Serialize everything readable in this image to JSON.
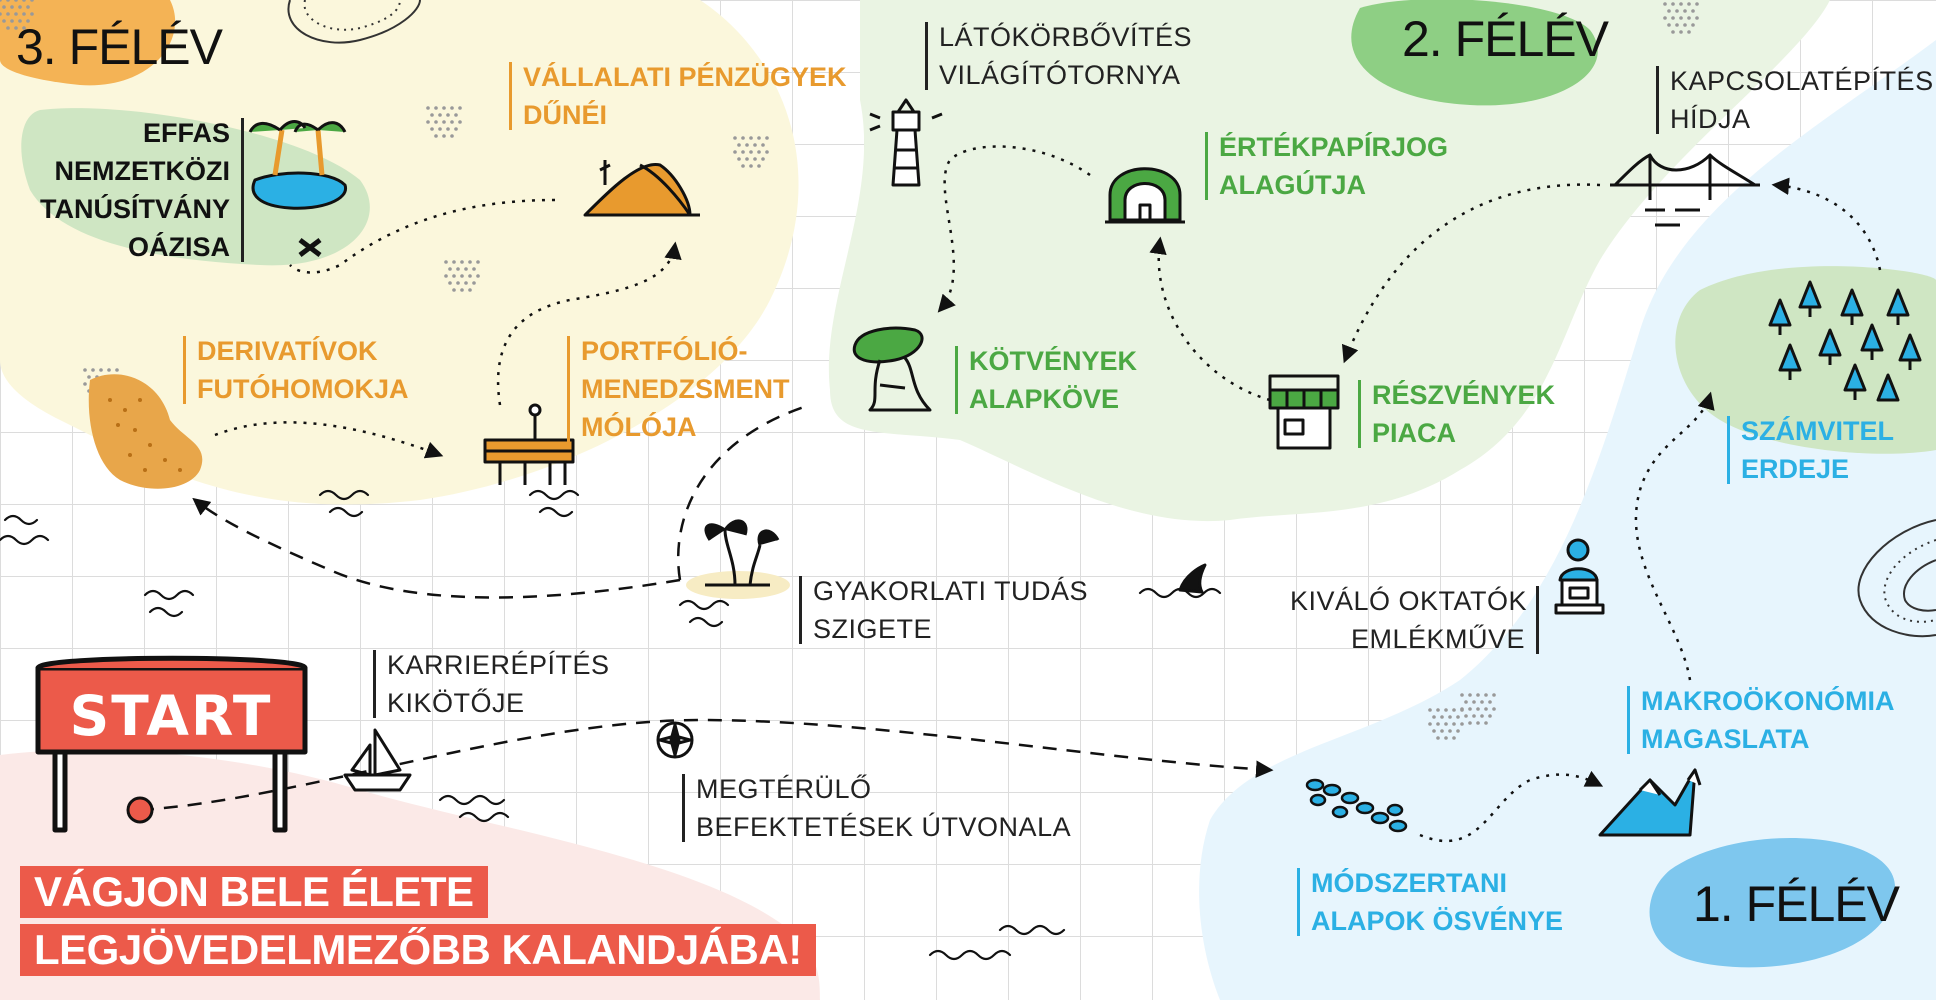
{
  "semesters": {
    "third": "3. FÉLÉV",
    "second": "2. FÉLÉV",
    "first": "1. FÉLÉV"
  },
  "start_sign": "START",
  "slogan": {
    "line1": "VÁGJON BELE ÉLETE",
    "line2": "LEGJÖVEDELMEZŐBB KALANDJÁBA!"
  },
  "labels": {
    "effas": [
      "EFFAS",
      "NEMZETKÖZI",
      "TANÚSÍTVÁNY",
      "OÁZISA"
    ],
    "vallalati": [
      "VÁLLALATI PÉNZÜGYEK",
      "DŰNÉI"
    ],
    "derivativok": [
      "DERIVATÍVOK",
      "FUTÓHOMOKJA"
    ],
    "portfolio": [
      "PORTFÓLIÓ-",
      "MENEDZSMENT",
      "MÓLÓJA"
    ],
    "latokor": [
      "LÁTÓKÖRBŐVÍTÉS",
      "VILÁGÍTÓTORNYA"
    ],
    "ertekpapir": [
      "ÉRTÉKPAPÍRJOG",
      "ALAGÚTJA"
    ],
    "kapcsolat": [
      "KAPCSOLATÉPÍTÉS",
      "HÍDJA"
    ],
    "kotvenyek": [
      "KÖTVÉNYEK",
      "ALAPKÖVE"
    ],
    "reszvenyek": [
      "RÉSZVÉNYEK",
      "PIACA"
    ],
    "szamvitel": [
      "SZÁMVITEL",
      "ERDEJE"
    ],
    "gyakorlati": [
      "GYAKORLATI TUDÁS",
      "SZIGETE"
    ],
    "oktatok": [
      "KIVÁLÓ OKTATÓK",
      "EMLÉKMŰVE"
    ],
    "karrier": [
      "KARRIERÉPÍTÉS",
      "KIKÖTŐJE"
    ],
    "megterulo": [
      "MEGTÉRÜLŐ",
      "BEFEKTETÉSEK ÚTVONALA"
    ],
    "makro": [
      "MAKROÖKONÓMIA",
      "MAGASLATA"
    ],
    "modszertani": [
      "MÓDSZERTANI",
      "ALAPOK ÖSVÉNYE"
    ]
  },
  "colors": {
    "orange": "#e89a2e",
    "green": "#4ba843",
    "blue": "#2bb0e4",
    "red": "#ec5a4a",
    "ink": "#111111"
  },
  "icons": [
    "oasis-palm-icon",
    "dune-icon",
    "quicksand-icon",
    "pier-icon",
    "lighthouse-icon",
    "tunnel-icon",
    "bridge-icon",
    "tree-rock-icon",
    "market-stall-icon",
    "forest-icon",
    "palm-island-icon",
    "bust-statue-icon",
    "sailboat-icon",
    "compass-icon",
    "mountain-icon",
    "stepping-stones-icon",
    "shark-fin-icon",
    "start-sign-icon"
  ]
}
